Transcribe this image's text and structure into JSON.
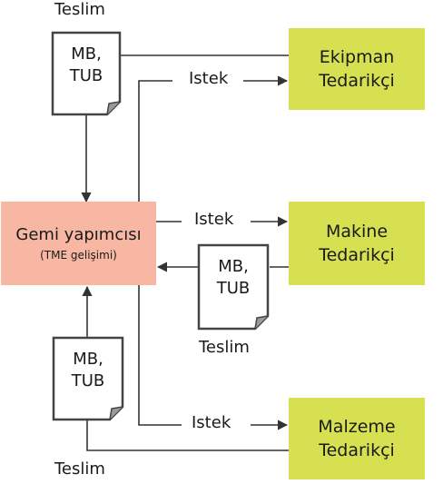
{
  "shipbuilder": {
    "title": "Gemi yapımcısı",
    "subtitle": "(TME gelişimi)"
  },
  "suppliers": [
    {
      "line1": "Ekipman",
      "line2": "Tedarikçi"
    },
    {
      "line1": "Makine",
      "line2": "Tedarikçi"
    },
    {
      "line1": "Malzeme",
      "line2": "Tedarikçi"
    }
  ],
  "labels": {
    "request": "Istek",
    "delivery": "Teslim"
  },
  "document": {
    "line1": "MB,",
    "line2": "TUB"
  },
  "colors": {
    "supplier": "#d6e051",
    "shipbuilder": "#f7b7a3",
    "line": "#333333"
  }
}
